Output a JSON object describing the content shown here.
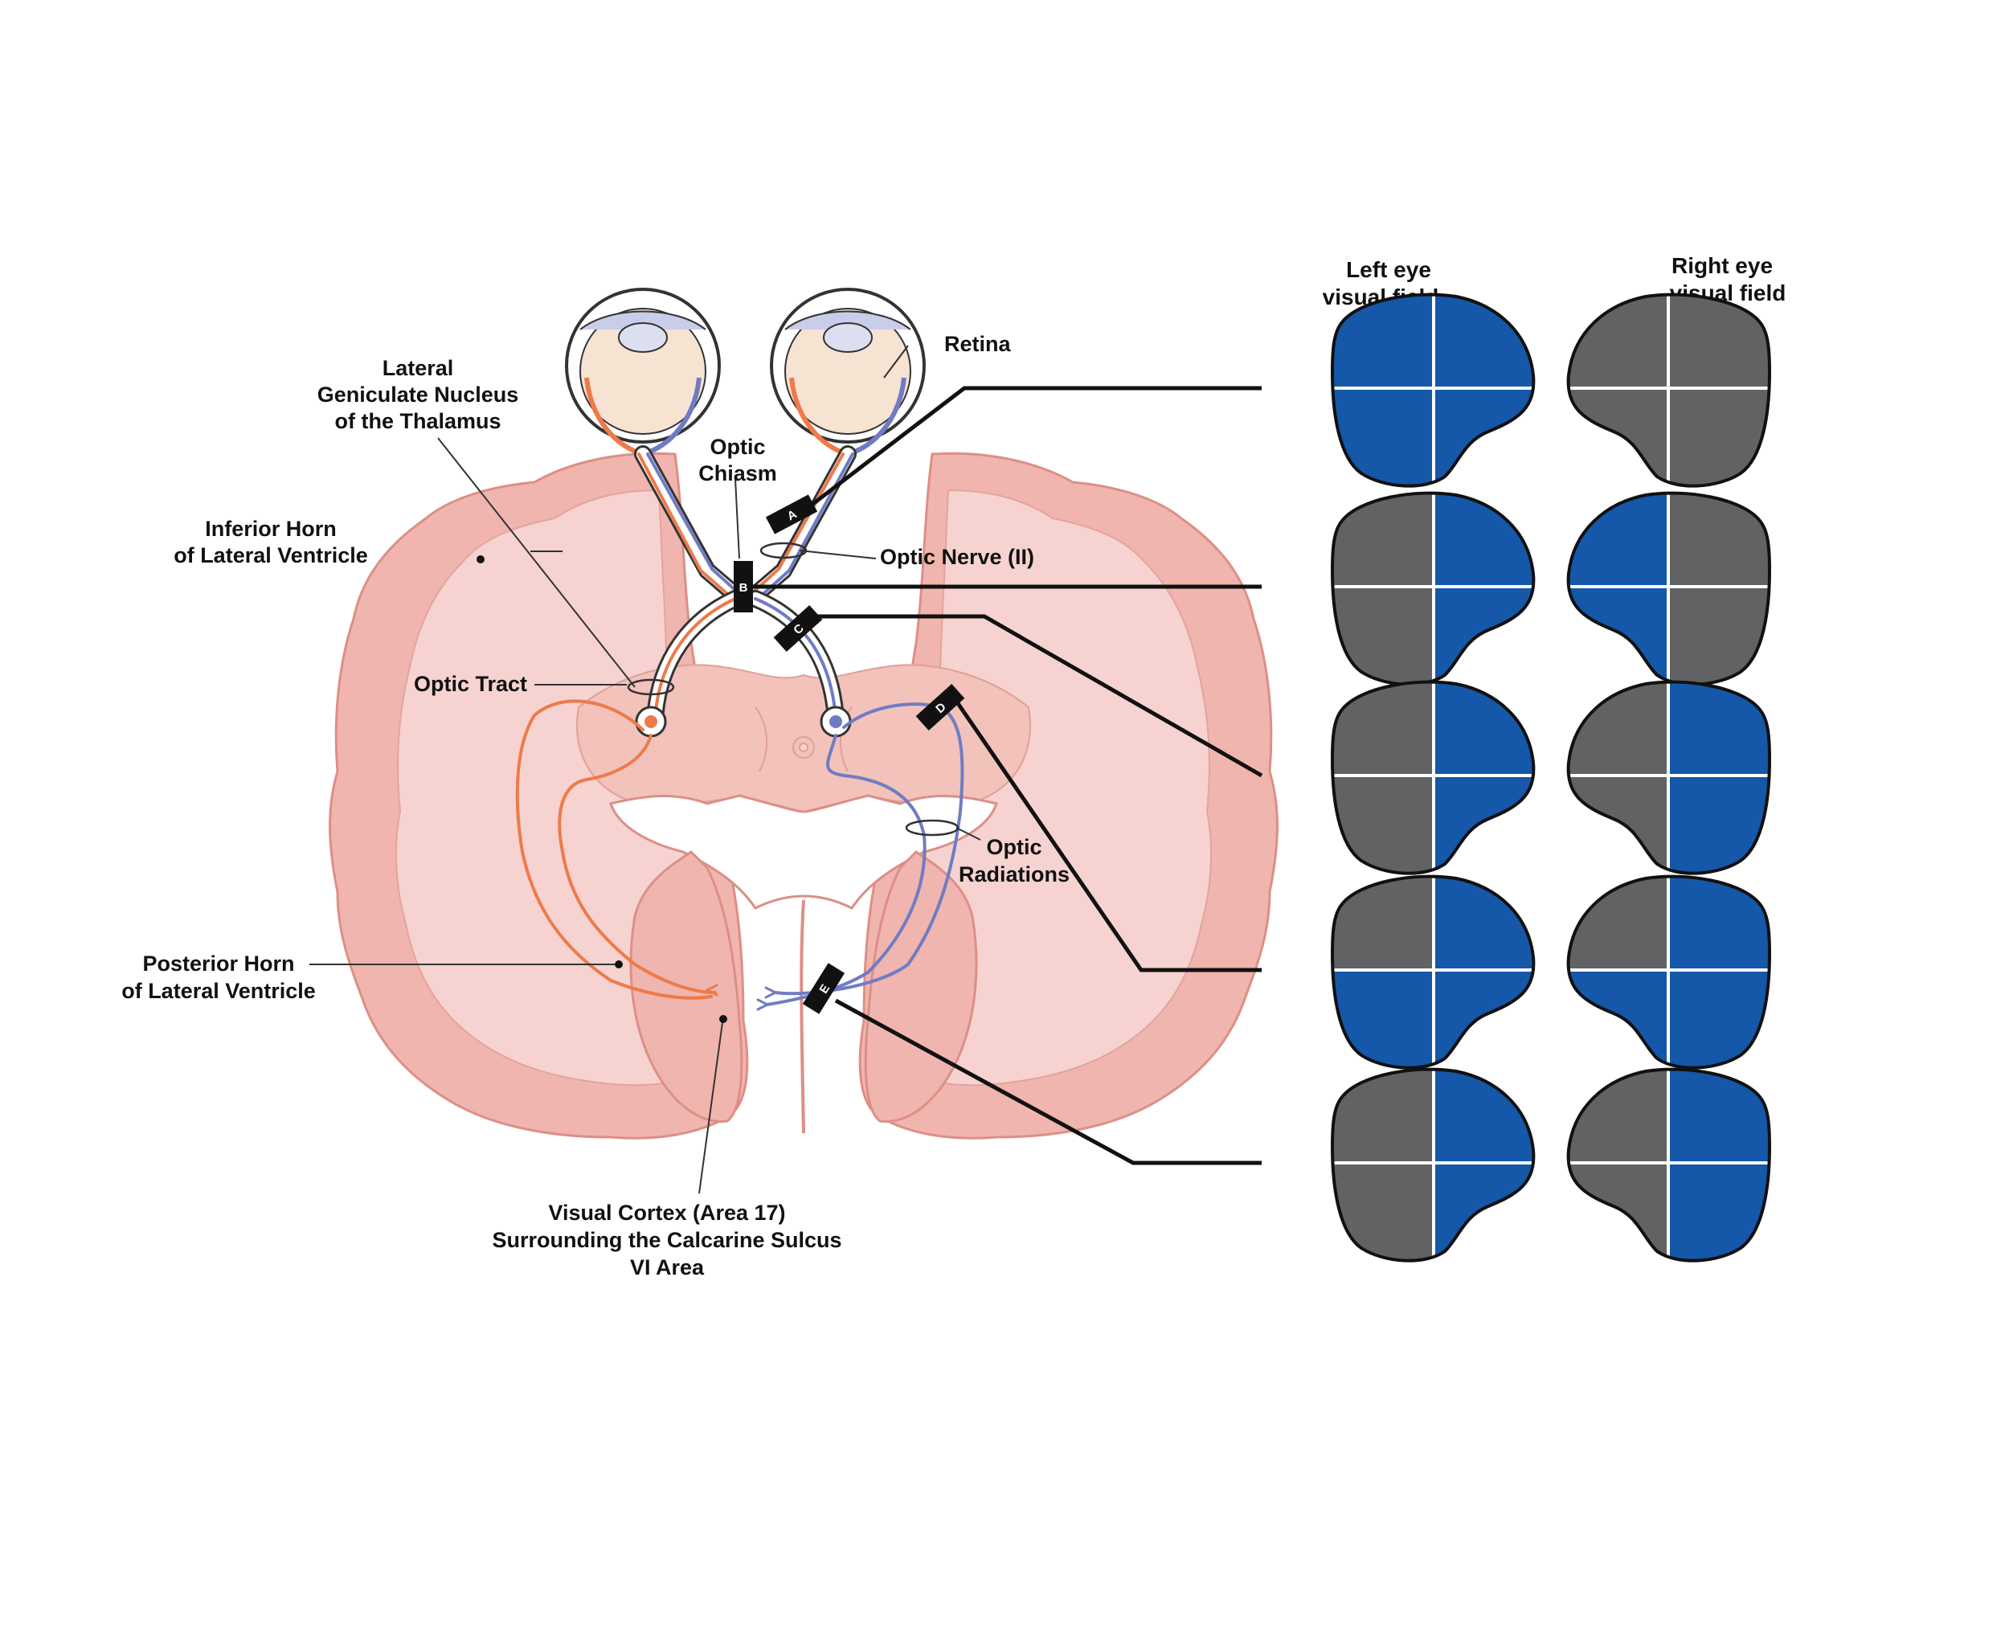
{
  "labels": {
    "retina": "Retina",
    "lgn": [
      "Lateral",
      "Geniculate Nucleus",
      "of the Thalamus"
    ],
    "optic_chiasm": [
      "Optic",
      "Chiasm"
    ],
    "inferior_horn": [
      "Inferior Horn",
      "of Lateral Ventricle"
    ],
    "optic_nerve": "Optic Nerve (II)",
    "optic_tract": "Optic Tract",
    "optic_radiations": [
      "Optic",
      "Radiations"
    ],
    "posterior_horn": [
      "Posterior Horn",
      "of Lateral Ventricle"
    ],
    "visual_cortex": [
      "Visual Cortex (Area 17)",
      "Surrounding the Calcarine Sulcus",
      "VI Area"
    ]
  },
  "headers": {
    "left_eye": [
      "Left eye",
      "visual field"
    ],
    "right_eye": [
      "Right eye",
      "visual field"
    ]
  },
  "lesion_markers": [
    "A",
    "B",
    "C",
    "D",
    "E"
  ],
  "colors": {
    "field_seen": "#1557a8",
    "field_lost": "#616264",
    "left_pathway": "#ee7a4a",
    "right_pathway": "#6f7cc4",
    "brain_outer": "#f0b5ae",
    "brain_inner": "#f6d3d0",
    "eye_fill": "#f7e3d2"
  },
  "visual_fields": [
    {
      "lesion": "A",
      "left_eye": {
        "ul": "seen",
        "ur": "seen",
        "ll": "seen",
        "lr": "seen"
      },
      "right_eye": {
        "ul": "lost",
        "ur": "lost",
        "ll": "lost",
        "lr": "lost"
      }
    },
    {
      "lesion": "B",
      "left_eye": {
        "ul": "lost",
        "ur": "seen",
        "ll": "lost",
        "lr": "seen"
      },
      "right_eye": {
        "ul": "seen",
        "ur": "lost",
        "ll": "seen",
        "lr": "lost"
      }
    },
    {
      "lesion": "C",
      "left_eye": {
        "ul": "lost",
        "ur": "seen",
        "ll": "lost",
        "lr": "seen"
      },
      "right_eye": {
        "ul": "lost",
        "ur": "seen",
        "ll": "lost",
        "lr": "seen"
      }
    },
    {
      "lesion": "D",
      "left_eye": {
        "ul": "lost",
        "ur": "seen",
        "ll": "seen",
        "lr": "seen"
      },
      "right_eye": {
        "ul": "lost",
        "ur": "seen",
        "ll": "seen",
        "lr": "seen"
      }
    },
    {
      "lesion": "E",
      "left_eye": {
        "ul": "lost",
        "ur": "seen",
        "ll": "lost",
        "lr": "seen"
      },
      "right_eye": {
        "ul": "lost",
        "ur": "seen",
        "ll": "lost",
        "lr": "seen"
      }
    }
  ]
}
